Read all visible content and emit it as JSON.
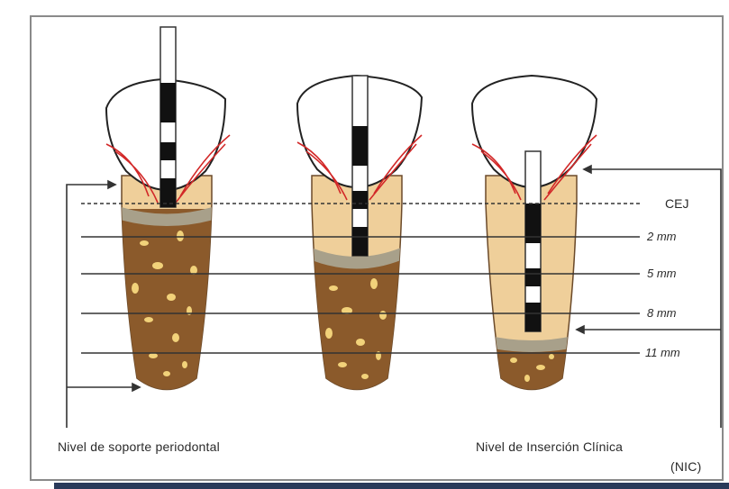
{
  "levels": {
    "cej": "CEJ",
    "mm2": "2 mm",
    "mm5": "5 mm",
    "mm8": "8 mm",
    "mm11": "11 mm"
  },
  "captions": {
    "left": "Nivel de soporte periodontal",
    "right_line1": "Nivel de Inserción Clínica",
    "right_line2": "(NIC)"
  },
  "colors": {
    "bone": "#8b5a2b",
    "root": "#efcf9a",
    "gingiva": "#d22828",
    "probe_black": "#111111"
  }
}
